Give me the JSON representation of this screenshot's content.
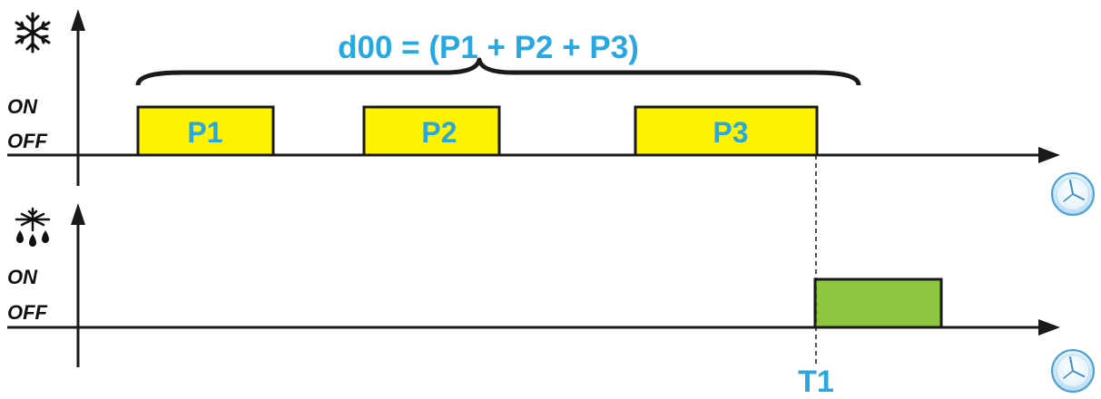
{
  "formula": "d00 = (P1 + P2 + P3)",
  "colors": {
    "accent_text": "#27a8e0",
    "active_block": "#fff200",
    "secondary_block": "#8dc63f",
    "axis": "#1a1a1a"
  },
  "top_timeline": {
    "icon": "snowflake-icon",
    "on_label": "ON",
    "off_label": "OFF",
    "end_icon": "clock-icon",
    "blocks": [
      {
        "label": "P1"
      },
      {
        "label": "P2"
      },
      {
        "label": "P3"
      }
    ]
  },
  "bottom_timeline": {
    "icon": "defrost-icon",
    "on_label": "ON",
    "off_label": "OFF",
    "end_icon": "clock-icon",
    "blocks": [
      {
        "label": ""
      }
    ]
  },
  "marker_label": "T1"
}
